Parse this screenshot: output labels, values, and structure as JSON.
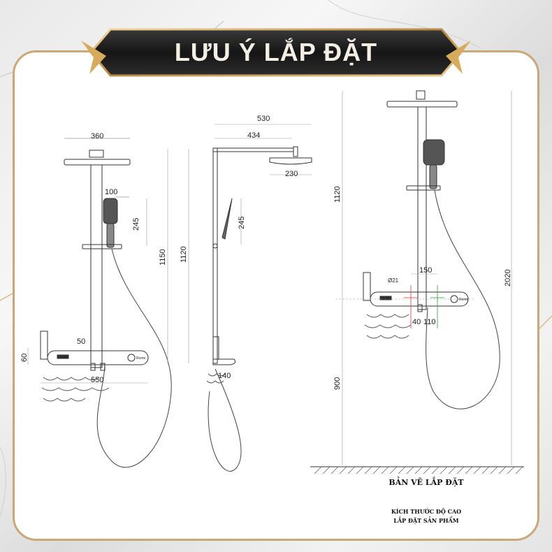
{
  "header": {
    "title": "LƯU Ý LẮP ĐẶT"
  },
  "front_view": {
    "top_width": "360",
    "handset_width": "100",
    "handset_height": "245",
    "total_height": "1150",
    "body_height": "1120",
    "panel_offset": "50",
    "panel_height": "60",
    "panel_width": "550",
    "panel_screen": "88:88",
    "panel_brand": "Rome"
  },
  "side_view": {
    "arm_length": "530",
    "arm_reach": "434",
    "head_diameter": "230",
    "handset_height": "245",
    "panel_depth": "140"
  },
  "install_view": {
    "top_height": "1120",
    "total_height": "2020",
    "floor_height": "900",
    "pipe_diameter": "Ø21",
    "pipe_spacing": "150",
    "left_offset": "40",
    "right_offset": "110",
    "panel_screen": "88:88",
    "panel_brand": "Rome"
  },
  "captions": {
    "drawing_title": "BẢN VẼ LẮP ĐẶT",
    "note_line1": "KÍCH THƯỚC ĐỘ CAO",
    "note_line2": "LẮP ĐẶT SẢN PHẨM"
  },
  "colors": {
    "frame_gold": "#c9a878",
    "banner_dark": "#1e1e1e",
    "marker_red": "#e53935",
    "marker_green": "#2e9d3e"
  }
}
